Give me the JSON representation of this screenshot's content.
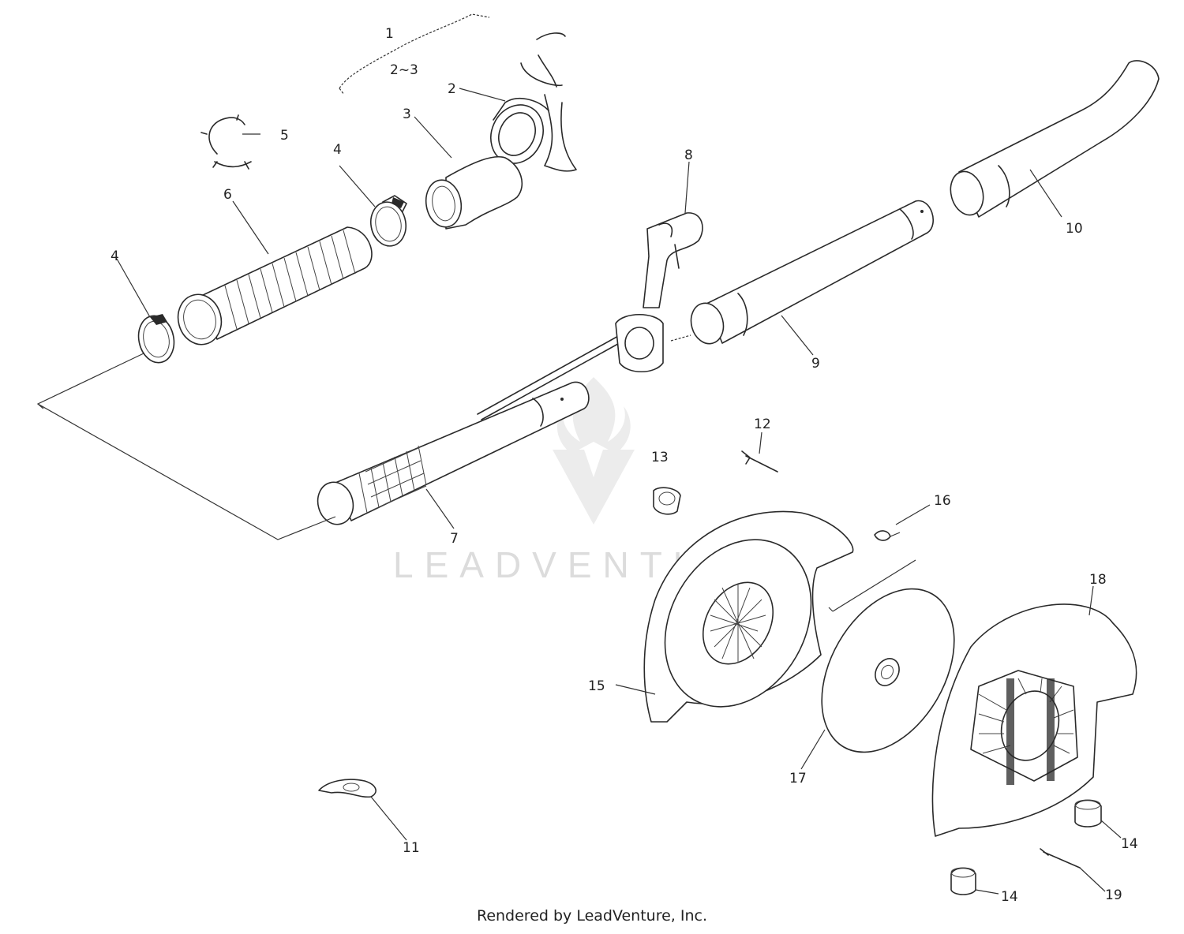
{
  "watermark": {
    "text": "LEADVENTURE"
  },
  "footer": {
    "text": "Rendered by LeadVenture, Inc."
  },
  "callouts": [
    {
      "id": "c1",
      "label": "1"
    },
    {
      "id": "c2to3",
      "label": "2~3"
    },
    {
      "id": "c2",
      "label": "2"
    },
    {
      "id": "c3",
      "label": "3"
    },
    {
      "id": "c4a",
      "label": "4"
    },
    {
      "id": "c4b",
      "label": "4"
    },
    {
      "id": "c5",
      "label": "5"
    },
    {
      "id": "c6",
      "label": "6"
    },
    {
      "id": "c7",
      "label": "7"
    },
    {
      "id": "c8",
      "label": "8"
    },
    {
      "id": "c9",
      "label": "9"
    },
    {
      "id": "c10",
      "label": "10"
    },
    {
      "id": "c11",
      "label": "11"
    },
    {
      "id": "c12",
      "label": "12"
    },
    {
      "id": "c13",
      "label": "13"
    },
    {
      "id": "c14a",
      "label": "14"
    },
    {
      "id": "c14b",
      "label": "14"
    },
    {
      "id": "c15",
      "label": "15"
    },
    {
      "id": "c16",
      "label": "16"
    },
    {
      "id": "c17",
      "label": "17"
    },
    {
      "id": "c18",
      "label": "18"
    },
    {
      "id": "c19",
      "label": "19"
    }
  ]
}
